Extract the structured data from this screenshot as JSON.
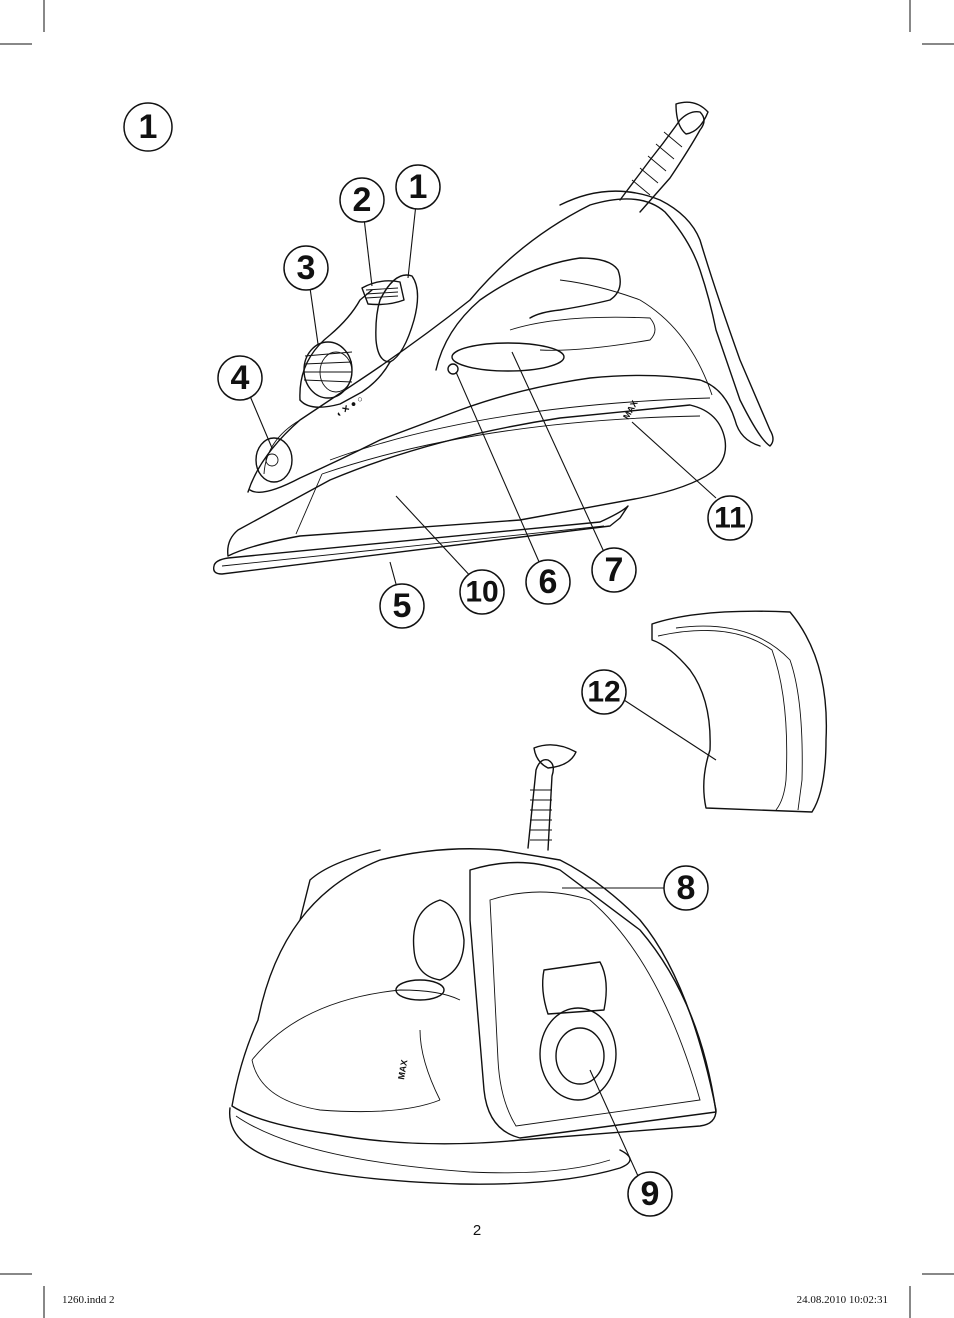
{
  "figure": {
    "figure_number": "1",
    "callouts": [
      {
        "id": "c1",
        "label": "1"
      },
      {
        "id": "c2",
        "label": "2"
      },
      {
        "id": "c3",
        "label": "3"
      },
      {
        "id": "c4",
        "label": "4"
      },
      {
        "id": "c5",
        "label": "5"
      },
      {
        "id": "c6",
        "label": "6"
      },
      {
        "id": "c7",
        "label": "7"
      },
      {
        "id": "c8",
        "label": "8"
      },
      {
        "id": "c9",
        "label": "9"
      },
      {
        "id": "c10",
        "label": "10"
      },
      {
        "id": "c11",
        "label": "11"
      },
      {
        "id": "c12",
        "label": "12"
      }
    ],
    "iron_markings": {
      "max_top": "MAX",
      "max_bottom": "MAX"
    }
  },
  "footer": {
    "page_number": "2",
    "file_slug": "1260.indd   2",
    "timestamp_slug": "24.08.2010   10:02:31"
  }
}
